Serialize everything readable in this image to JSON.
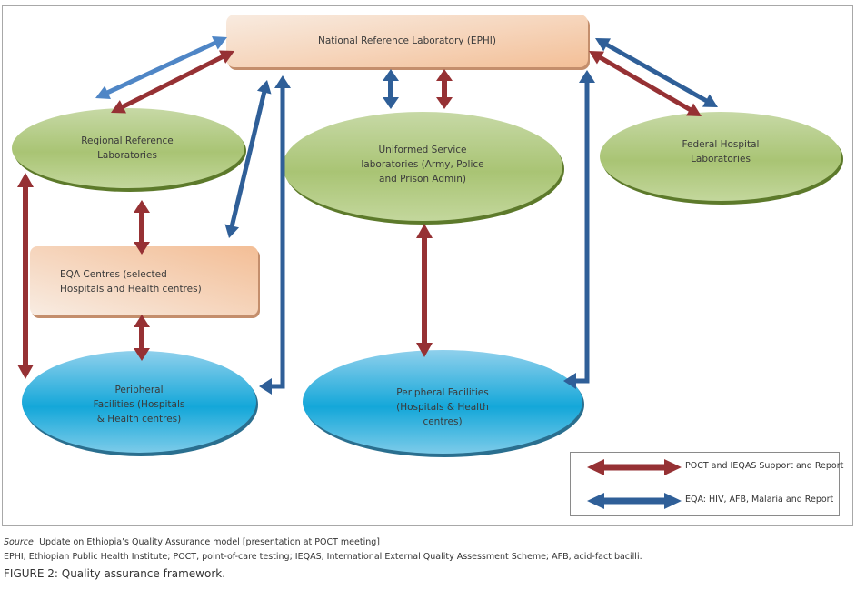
{
  "nodes": {
    "national_lab": "National Reference Laboratory (EPHI)",
    "regional_lab": [
      "Regional Reference",
      "Laboratories"
    ],
    "uniformed_lab": [
      "Uniformed Service",
      "laboratories (Army, Police",
      "and Prison Admin)"
    ],
    "federal_lab": [
      "Federal Hospital",
      "Laboratories"
    ],
    "eqa_centres": [
      "EQA Centres (selected",
      "Hospitals and Health centres)"
    ],
    "peripheral_left": [
      "Peripheral",
      "Facilities (Hospitals",
      "& Health centres)"
    ],
    "peripheral_right": [
      "Peripheral Facilities",
      "(Hospitals & Health",
      "centres)"
    ]
  },
  "legend": {
    "red": "POCT and IEQAS Support and Report",
    "blue": "EQA: HIV, AFB, Malaria and Report"
  },
  "colors": {
    "red_arrow": "#963134",
    "blue_arrow": "#2f5f98",
    "light_blue_arrow": "#4f86c6",
    "green_node": "#9bbb59",
    "peach_node": "#f4c09c",
    "cyan_node": "#1fa9d8"
  },
  "caption": {
    "source_label": "Source",
    "source_text": ": Update on Ethiopia’s Quality Assurance model [presentation at POCT meeting]",
    "abbreviations": "EPHI, Ethiopian Public Health Institute; POCT, point-of-care testing; IEQAS, International External Quality Assessment Scheme; AFB, acid-fact bacilli.",
    "figure_label": "FIGURE 2:",
    "figure_title": " Quality assurance framework."
  }
}
